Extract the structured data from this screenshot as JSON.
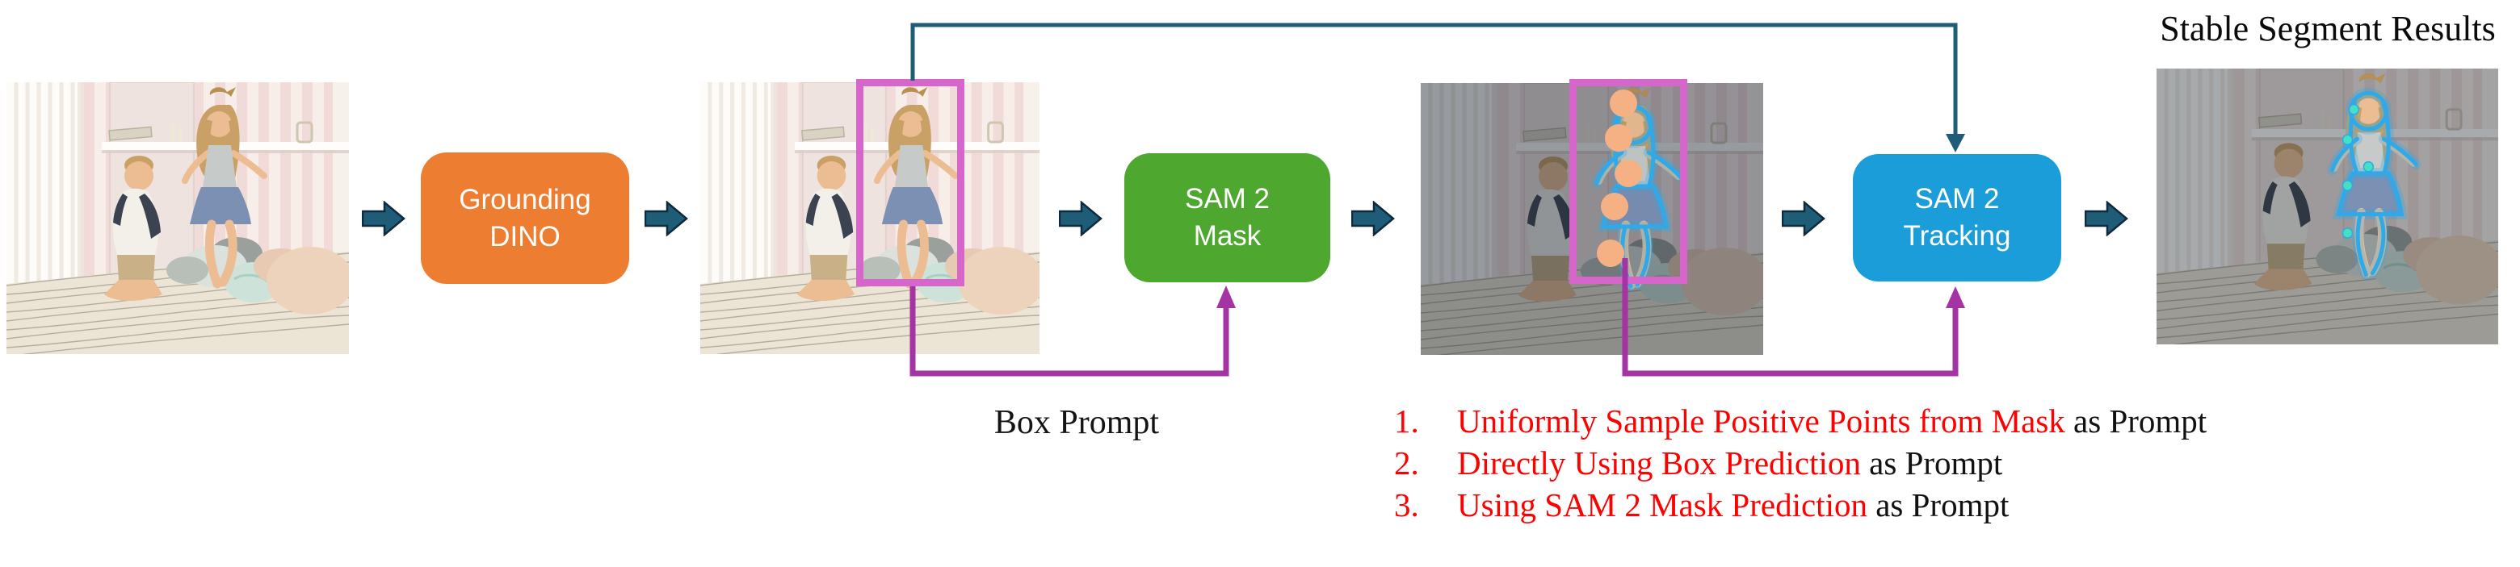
{
  "title": "Stable Segment Results",
  "pipeline": {
    "boxes": [
      {
        "id": "grounding-dino",
        "line1": "Grounding",
        "line2": "DINO",
        "color": "#ED7D31"
      },
      {
        "id": "sam2-mask",
        "line1": "SAM 2",
        "line2": "Mask",
        "color": "#4EA72E"
      },
      {
        "id": "sam2-tracking",
        "line1": "SAM 2",
        "line2": "Tracking",
        "color": "#1B9DD9"
      }
    ]
  },
  "labels": {
    "box_prompt": "Box Prompt"
  },
  "prompt_list": [
    {
      "number": "1.",
      "highlight": "Uniformly Sample Positive Points from Mask",
      "rest": " as Prompt"
    },
    {
      "number": "2.",
      "highlight": "Directly Using Box Prediction",
      "rest": " as Prompt"
    },
    {
      "number": "3.",
      "highlight": "Using SAM 2 Mask Prediction",
      "rest": " as Prompt"
    }
  ],
  "colors": {
    "flow_arrow": "#1E5C78",
    "flow_arrow_outline": "#0E2A3C",
    "connector_teal": "#1E5C78",
    "connector_magenta": "#A433A4",
    "bbox_pink": "#D666CB",
    "mask_outline": "#2FA9E8",
    "positive_point": "#F5B183",
    "track_point": "#45E0C4",
    "list_highlight": "#FF0000",
    "list_text": "#111111"
  }
}
